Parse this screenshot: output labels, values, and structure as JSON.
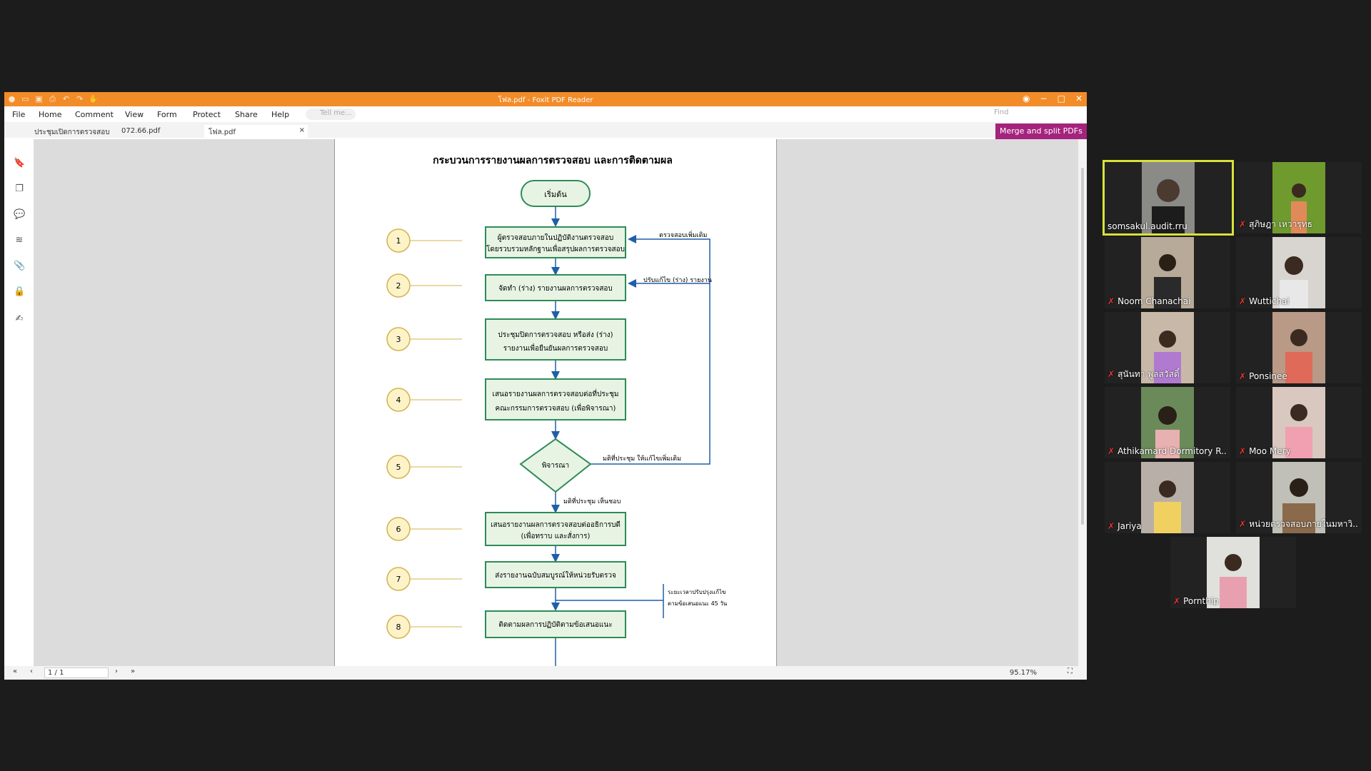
{
  "window": {
    "title": "โฟล.pdf - Foxit PDF Reader"
  },
  "menu": [
    "File",
    "Home",
    "Comment",
    "View",
    "Form",
    "Protect",
    "Share",
    "Help"
  ],
  "tell_me": "Tell me...",
  "find": "Find",
  "tabs": [
    "ประชุมเปิดการตรวจสอบ",
    "072.66.pdf",
    "โฟล.pdf"
  ],
  "merge_label": "Merge and split PDFs",
  "status": {
    "page": "1 / 1",
    "zoom": "95.17%"
  },
  "flow": {
    "title": "กระบวนการรายงานผลการตรวจสอบ และการติดตามผล",
    "start": "เริ่มต้น",
    "box1a": "ผู้ตรวจสอบภายในปฏิบัติงานตรวจสอบ",
    "box1b": "โดยรวบรวมหลักฐานเพื่อสรุปผลการตรวจสอบ",
    "box2": "จัดทำ (ร่าง) รายงานผลการตรวจสอบ",
    "box3a": "ประชุมปิดการตรวจสอบ หรือส่ง (ร่าง)",
    "box3b": "รายงานเพื่อยืนยันผลการตรวจสอบ",
    "box4a": "เสนอรายงานผลการตรวจสอบต่อที่ประชุม",
    "box4b": "คณะกรรมการตรวจสอบ (เพื่อพิจารณา)",
    "diamond": "พิจารณา",
    "box6a": "เสนอรายงานผลการตรวจสอบต่ออธิการบดี",
    "box6b": "(เพื่อทราบ และสั่งการ)",
    "box7": "ส่งรายงานฉบับสมบูรณ์ให้หน่วยรับตรวจ",
    "box8": "ติดตามผลการปฏิบัติตามข้อเสนอแนะ",
    "loop1": "ตรวจสอบเพิ่มเติม",
    "loop2": "ปรับแก้ไข (ร่าง) รายงาน",
    "dec_yes": "มติที่ประชุม ให้แก้ไขเพิ่มเติม",
    "dec_ok": "มติที่ประชุม เห็นชอบ",
    "note_a": "ระยะเวลาปรับปรุงแก้ไข",
    "note_b": "ตามข้อเสนอแนะ 45 วัน",
    "steps": [
      "1",
      "2",
      "3",
      "4",
      "5",
      "6",
      "7",
      "8"
    ]
  },
  "participants": [
    {
      "name": "somsakul.audit.rru",
      "muted": false
    },
    {
      "name": "สุภิษฎา เหวารุทธ",
      "muted": true
    },
    {
      "name": "Noom Chanachai",
      "muted": true
    },
    {
      "name": "Wuttichai",
      "muted": true
    },
    {
      "name": "สุนันทา พูลสวัสดิ์",
      "muted": true
    },
    {
      "name": "Ponsinee",
      "muted": true
    },
    {
      "name": "Athikamard Dormitory R...",
      "muted": true
    },
    {
      "name": "Moo Mery",
      "muted": true
    },
    {
      "name": "Jariya",
      "muted": true
    },
    {
      "name": "หน่วยตรวจสอบภายในมหาวิ...",
      "muted": true
    },
    {
      "name": "Pornthip",
      "muted": true
    }
  ]
}
